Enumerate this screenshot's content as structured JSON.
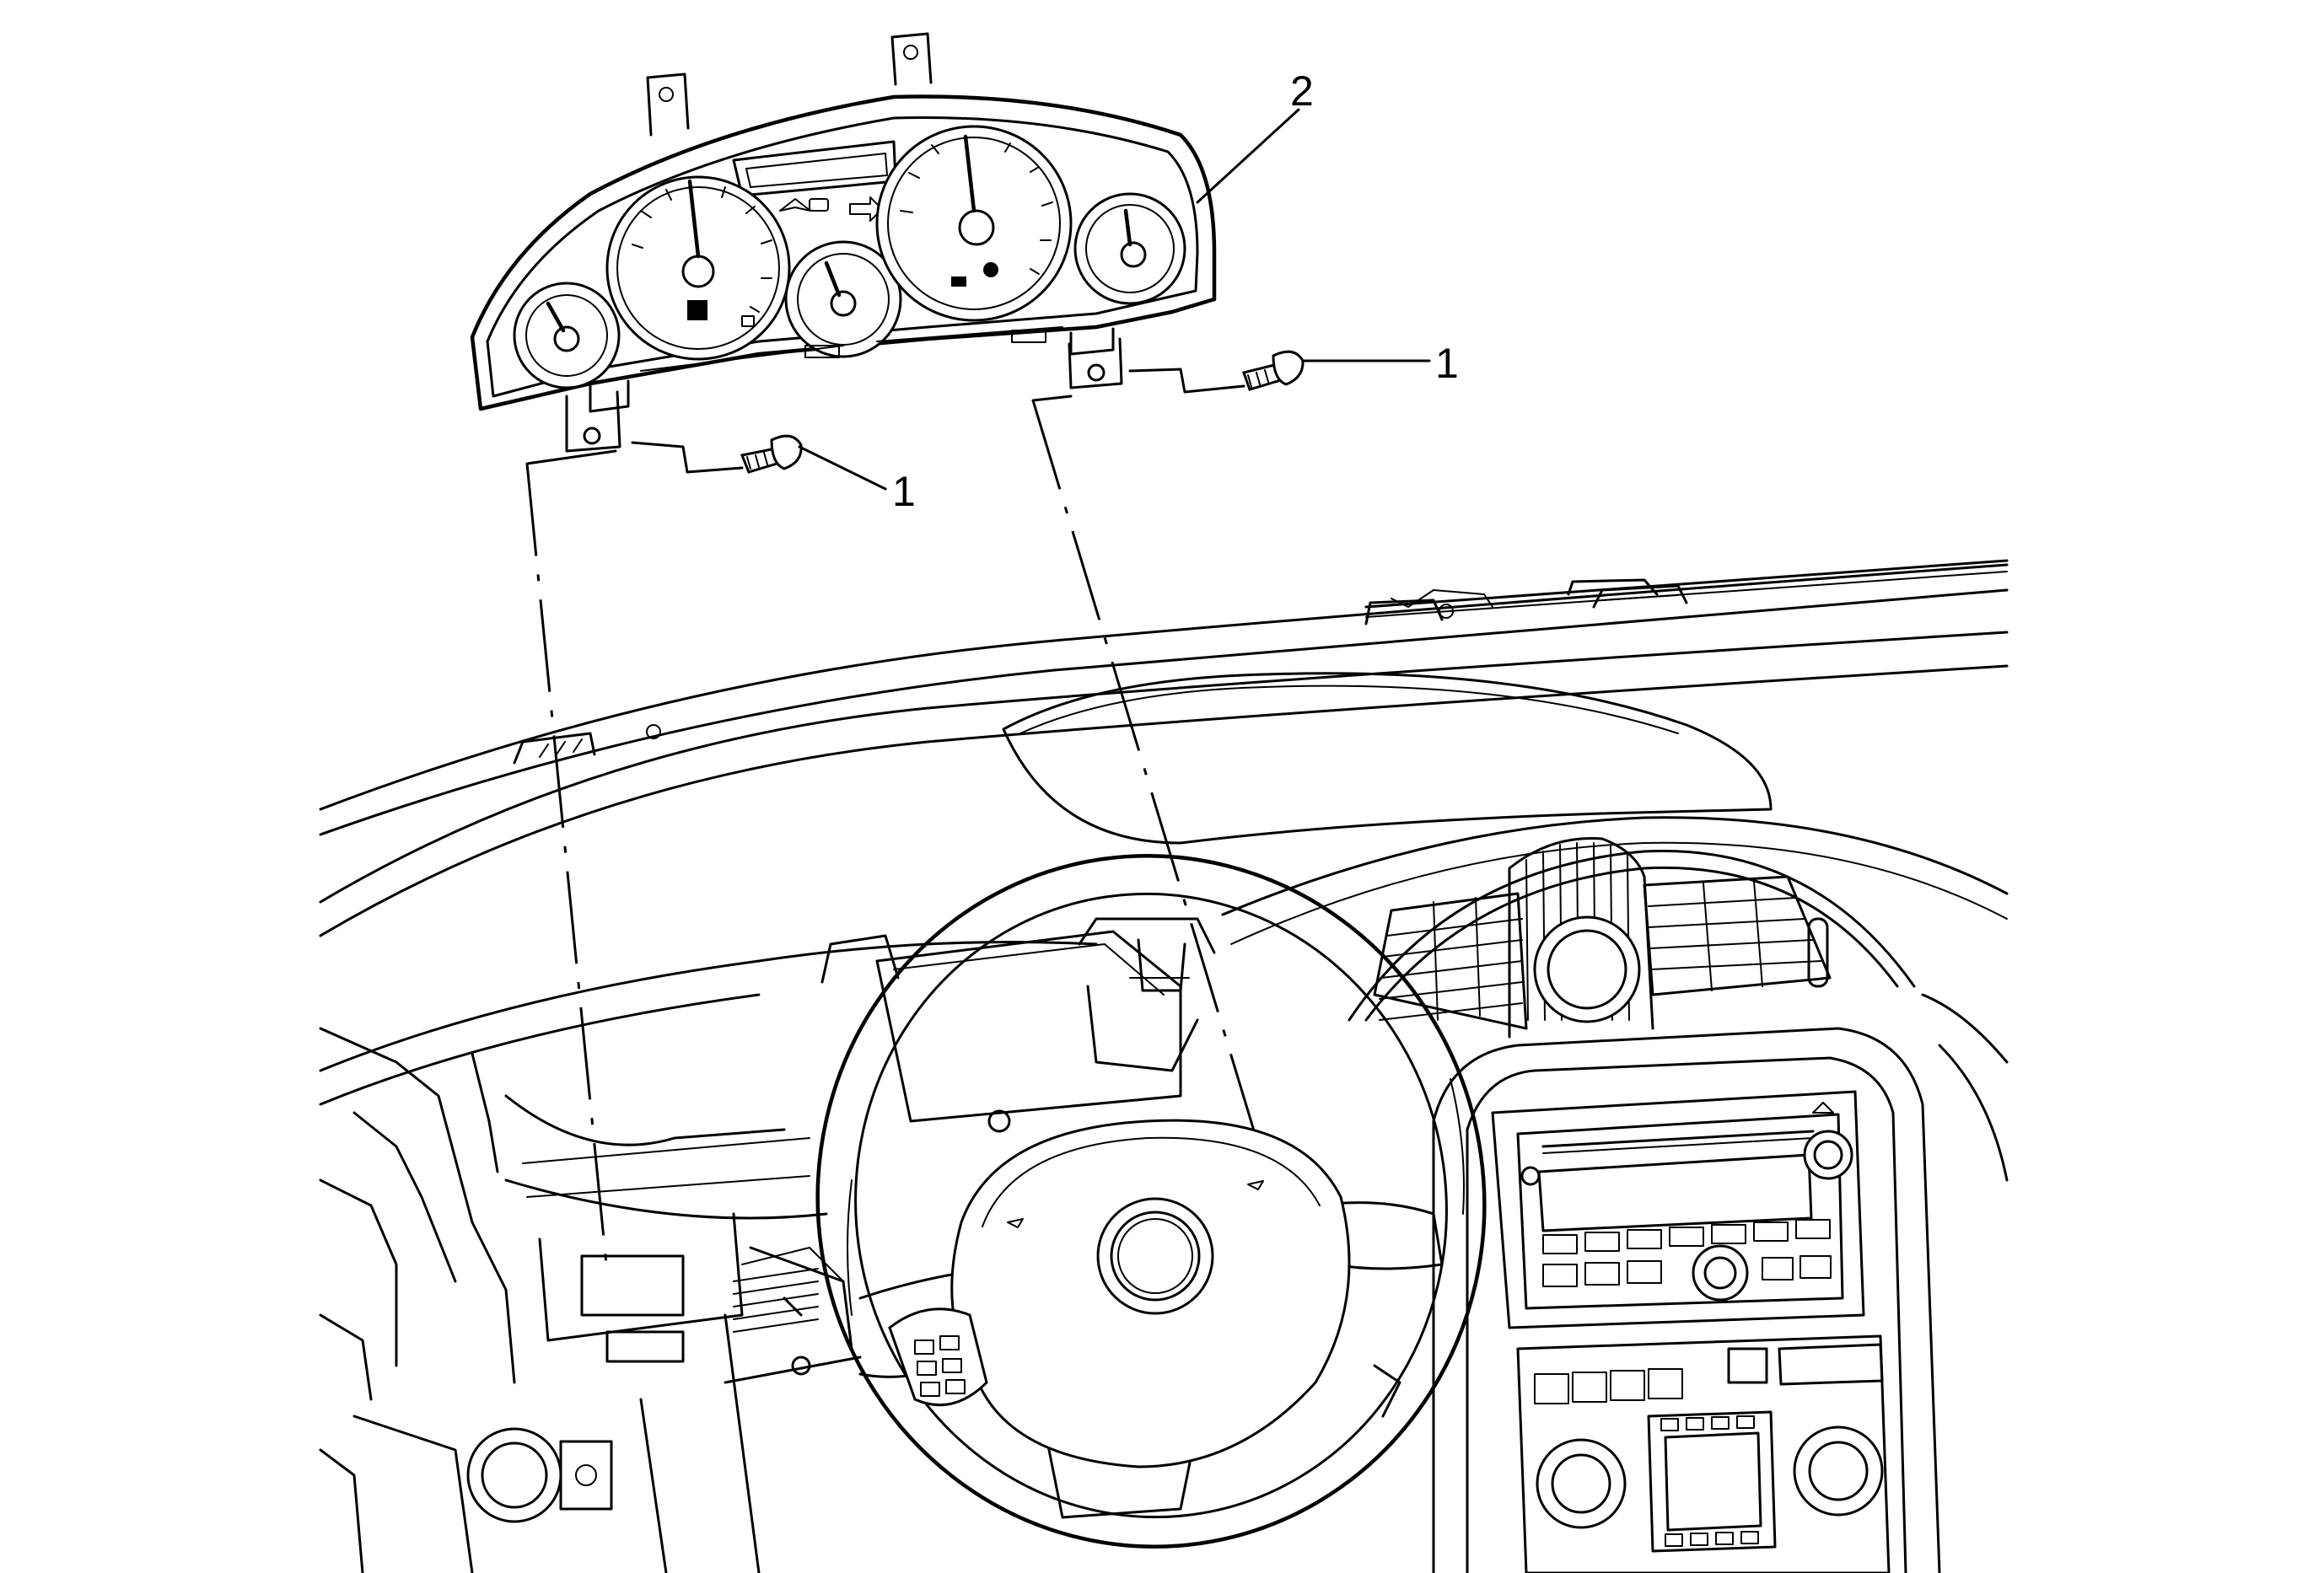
{
  "callouts": [
    {
      "id": "bolt-right",
      "label": "1"
    },
    {
      "id": "bolt-left",
      "label": "1"
    },
    {
      "id": "cluster",
      "label": "2"
    }
  ]
}
